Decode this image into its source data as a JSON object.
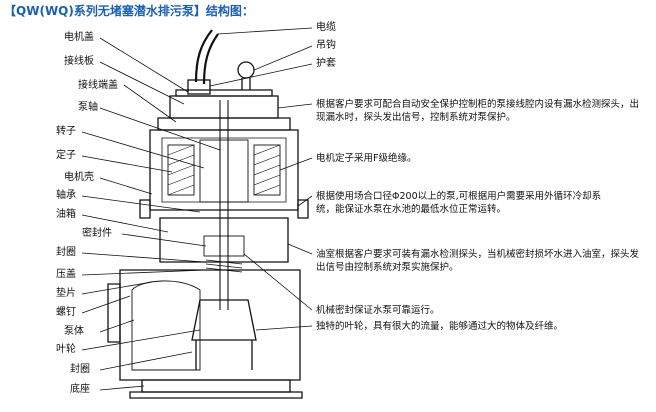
{
  "title": {
    "bracket_open": "【",
    "model": "QW(WQ)系列无堵塞潜水排污泵",
    "bracket_close": "】",
    "suffix": "结构图："
  },
  "left_labels": [
    "电机盖",
    "接线板",
    "接线端盖",
    "泵轴",
    "转子",
    "定子",
    "电机壳",
    "轴承",
    "油箱",
    "密封件",
    "封圈",
    "压盖",
    "垫片",
    "螺钉",
    "泵体",
    "叶轮",
    "封圈",
    "底座"
  ],
  "right_labels": {
    "cable": "电缆",
    "hook": "吊钩",
    "sleeve": "护套",
    "note_probe": "根据客户要求可配合自动安全保护控制柜的泵接线腔内设有漏水检测探头，出现漏水时，探头发出信号，控制系统对泵保护。",
    "note_stator": "电机定子采用F级绝缘。",
    "note_cooling": "根据使用场合口径Φ200以上的泵,可根据用户需要采用外循环冷却系统，能保证水泵在水池的最低水位正常运转。",
    "note_oil": "油室根据客户要求可装有漏水检测探头，当机械密封损坏水进入油室，探头发出信号由控制系统对泵实施保护。",
    "note_seal": "机械密封保证水泵可靠运行。",
    "note_impeller": "独特的叶轮，具有很大的流量，能够通过大的物体及纤维。"
  },
  "colors": {
    "title": "#1a5fb4",
    "line": "#111111",
    "text": "#111111"
  }
}
